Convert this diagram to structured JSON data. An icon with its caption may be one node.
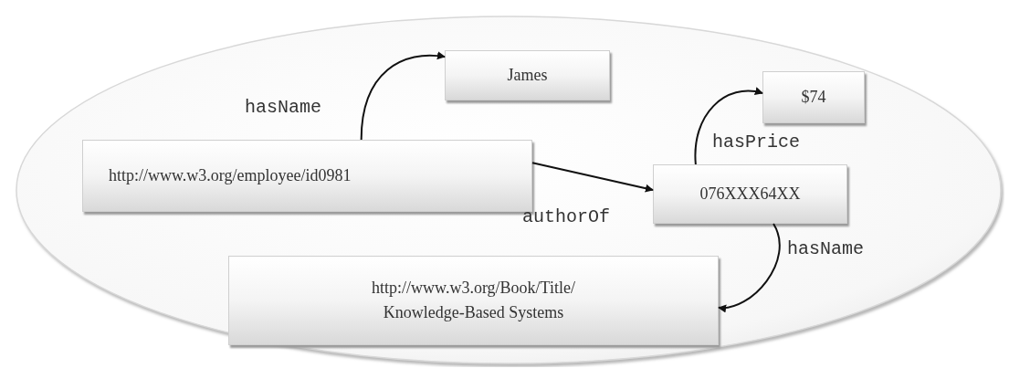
{
  "diagram": {
    "nodes": [
      {
        "text": [],
        "shape": "ellipse"
      },
      {
        "text": [
          "James"
        ],
        "in": 0
      },
      {
        "text": [
          "http://www.w3.org/employee/id0981"
        ],
        "in": 0
      },
      {
        "text": [
          "$74"
        ],
        "in": 0
      },
      {
        "text": [
          "076XXX64XX"
        ],
        "in": 0
      },
      {
        "text": [
          "http://www.w3.org/Book/Title/ Knowledge-Based Systems"
        ],
        "in": 0
      }
    ],
    "edges": [
      {
        "from": 2,
        "to": 1,
        "arrow": "to",
        "label": "hasName"
      },
      {
        "from": 2,
        "to": 4,
        "arrow": "to",
        "label": "authorOf"
      },
      {
        "from": 4,
        "to": 3,
        "arrow": "to",
        "label": "hasPrice"
      },
      {
        "from": 4,
        "to": 5,
        "arrow": "to",
        "label": "hasName"
      }
    ]
  }
}
